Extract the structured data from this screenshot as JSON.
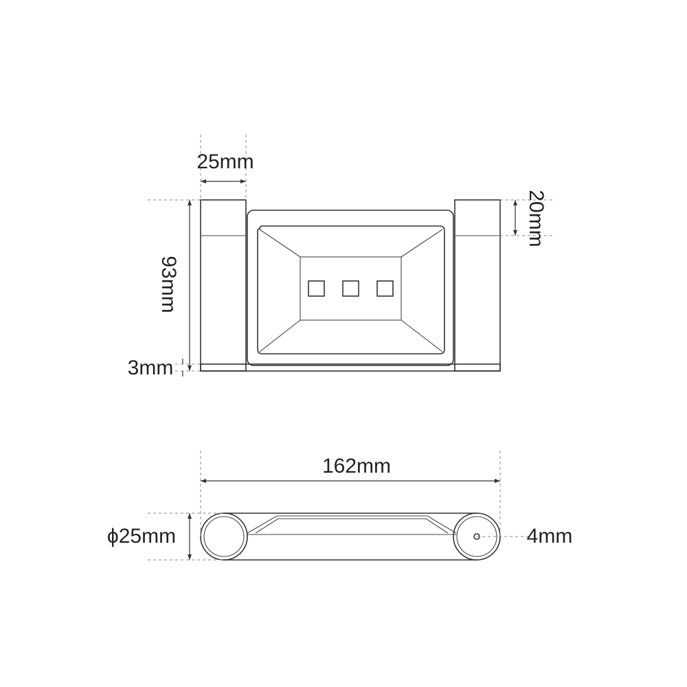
{
  "dimensions": {
    "width_top": "25mm",
    "height_total": "93mm",
    "base_thickness": "3mm",
    "upper_block": "20mm",
    "length_total": "162mm",
    "bar_diameter": "ϕ25mm",
    "hole": "4mm"
  },
  "colors": {
    "line": "#333333",
    "dashed": "#8a8a8a",
    "text": "#222222",
    "background": "#ffffff"
  }
}
